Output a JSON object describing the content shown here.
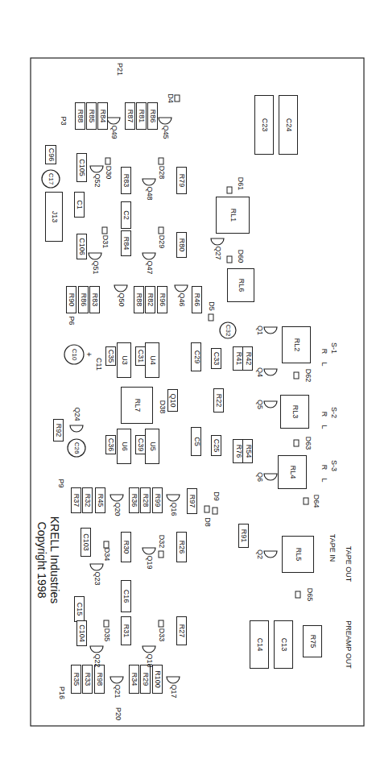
{
  "diagram": {
    "nodes": [
      {
        "text": [
          "C23"
        ]
      },
      {
        "text": [
          "C24"
        ]
      },
      {
        "text": [
          "R88"
        ]
      },
      {
        "text": [
          "R85"
        ]
      },
      {
        "text": [
          "R84"
        ]
      },
      {
        "text": [
          "R87"
        ]
      },
      {
        "text": [
          "R81"
        ]
      },
      {
        "text": [
          "R86"
        ]
      },
      {
        "text": [
          "C96"
        ]
      },
      {
        "text": [
          "C105"
        ]
      },
      {
        "text": [
          "R83"
        ]
      },
      {
        "text": [
          "R79"
        ]
      },
      {
        "text": [
          "J13"
        ]
      },
      {
        "text": [
          "C1"
        ]
      },
      {
        "text": [
          "C2"
        ]
      },
      {
        "text": [
          "RL1"
        ]
      },
      {
        "text": [
          "C106"
        ]
      },
      {
        "text": [
          "R84"
        ]
      },
      {
        "text": [
          "R80"
        ]
      },
      {
        "text": [
          "RL6"
        ]
      },
      {
        "text": [
          "R90"
        ]
      },
      {
        "text": [
          "R86"
        ]
      },
      {
        "text": [
          "R83"
        ]
      },
      {
        "text": [
          "R88"
        ]
      },
      {
        "text": [
          "R82"
        ]
      },
      {
        "text": [
          "R96"
        ]
      },
      {
        "text": [
          "R46"
        ]
      },
      {
        "text": [
          "RL2"
        ]
      },
      {
        "text": [
          "C35"
        ]
      },
      {
        "text": [
          "U3"
        ]
      },
      {
        "text": [
          "C31"
        ]
      },
      {
        "text": [
          "U4"
        ]
      },
      {
        "text": [
          "C29"
        ]
      },
      {
        "text": [
          "C33"
        ]
      },
      {
        "text": [
          "R41"
        ]
      },
      {
        "text": [
          "R42"
        ]
      },
      {
        "text": [
          "RL7"
        ]
      },
      {
        "text": [
          "Q10"
        ]
      },
      {
        "text": [
          "R22"
        ]
      },
      {
        "text": [
          "RL3"
        ]
      },
      {
        "text": [
          "R92"
        ]
      },
      {
        "text": [
          "C36"
        ]
      },
      {
        "text": [
          "U6"
        ]
      },
      {
        "text": [
          "C39"
        ]
      },
      {
        "text": [
          "U5"
        ]
      },
      {
        "text": [
          "C5"
        ]
      },
      {
        "text": [
          "C25"
        ]
      },
      {
        "text": [
          "R76"
        ]
      },
      {
        "text": [
          "R54"
        ]
      },
      {
        "text": [
          "RL4"
        ]
      },
      {
        "text": [
          "R37"
        ]
      },
      {
        "text": [
          "R32"
        ]
      },
      {
        "text": [
          "R45"
        ]
      },
      {
        "text": [
          "R36"
        ]
      },
      {
        "text": [
          "R28"
        ]
      },
      {
        "text": [
          "R99"
        ]
      },
      {
        "text": [
          "R97"
        ]
      },
      {
        "text": [
          "R91"
        ]
      },
      {
        "text": [
          "RL5"
        ]
      },
      {
        "text": [
          "C103"
        ]
      },
      {
        "text": [
          "R30"
        ]
      },
      {
        "text": [
          "R26"
        ]
      },
      {
        "text": [
          "C15"
        ]
      },
      {
        "text": [
          "C16"
        ]
      },
      {
        "text": [
          "C104"
        ]
      },
      {
        "text": [
          "R31"
        ]
      },
      {
        "text": [
          "R27"
        ]
      },
      {
        "text": [
          "C14"
        ]
      },
      {
        "text": [
          "C13"
        ]
      },
      {
        "text": [
          "R75"
        ]
      },
      {
        "text": [
          "R35"
        ]
      },
      {
        "text": [
          "R33"
        ]
      },
      {
        "text": [
          "R98"
        ]
      },
      {
        "text": [
          "R34"
        ]
      },
      {
        "text": [
          "R29"
        ]
      },
      {
        "text": [
          "R100"
        ]
      }
    ],
    "labels": [
      "P21",
      "P3",
      "Q49",
      "Q45",
      "D4",
      "C17",
      "Q52",
      "D30",
      "Q48",
      "D28",
      "Q51",
      "D31",
      "Q47",
      "D29",
      "Q27",
      "D61",
      "D60",
      "P6",
      "Q50",
      "Q46",
      "D5",
      "Q1",
      "S-1",
      "R",
      "L",
      "D62",
      "C10",
      "+",
      "C11",
      "C32",
      "Q4",
      "D38",
      "Q5",
      "S-2",
      "R",
      "L",
      "D63",
      "Q24",
      "C26",
      "Q6",
      "S-3",
      "R",
      "L",
      "D64",
      "P9",
      "Q20",
      "Q16",
      "D9",
      "D8",
      "Q2",
      "TAPE IN",
      "TAPE OUT",
      "D65",
      "PREAMP OUT",
      "KRELL Industries",
      "Copyright 1998",
      "Q23",
      "D34",
      "Q19",
      "D32",
      "Q22",
      "D35",
      "Q18",
      "D33",
      "Q21",
      "Q17",
      "P16",
      "P20"
    ]
  }
}
